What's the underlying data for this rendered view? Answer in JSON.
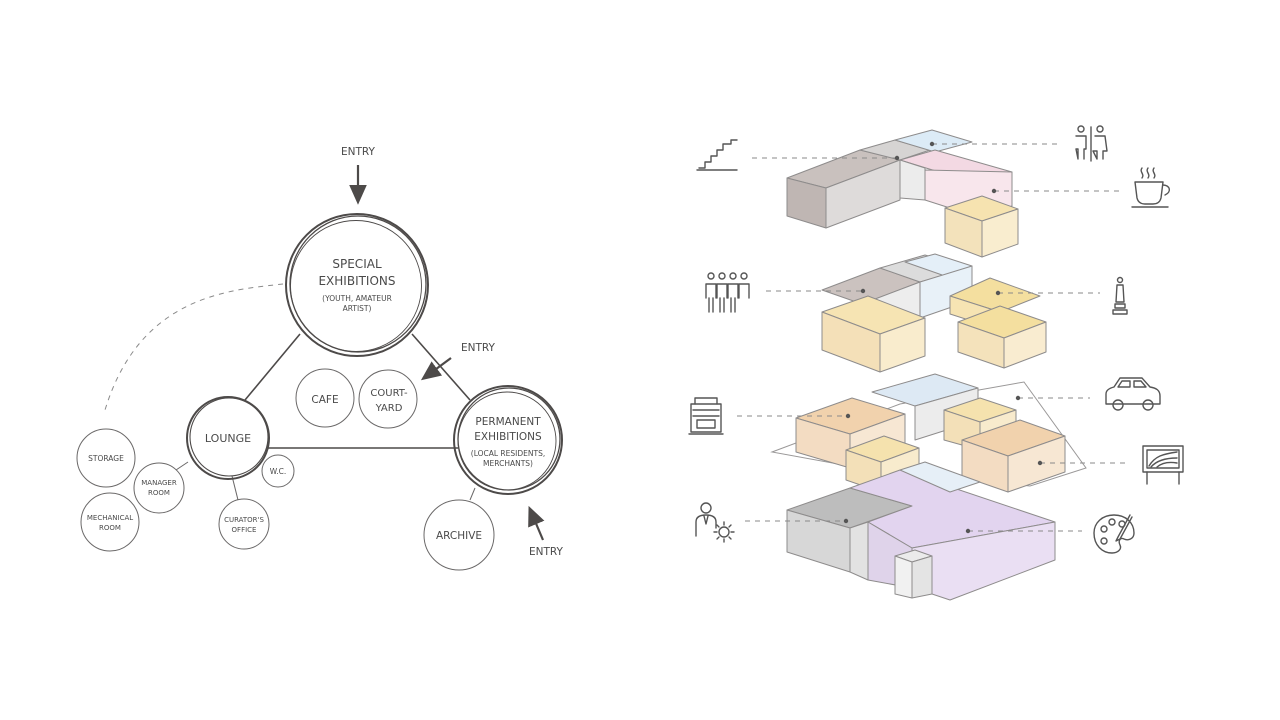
{
  "bubble_diagram": {
    "entries": [
      "ENTRY",
      "ENTRY",
      "ENTRY"
    ],
    "special_exhibitions": {
      "title_line1": "SPECIAL",
      "title_line2": "EXHIBITIONS",
      "sub_line1": "(YOUTH, AMATEUR",
      "sub_line2": "ARTIST)"
    },
    "permanent_exhibitions": {
      "title_line1": "PERMANENT",
      "title_line2": "EXHIBITIONS",
      "sub_line1": "(LOCAL RESIDENTS,",
      "sub_line2": "MERCHANTS)"
    },
    "lounge": "LOUNGE",
    "cafe": "CAFE",
    "courtyard_line1": "COURT-",
    "courtyard_line2": "YARD",
    "archive": "ARCHIVE",
    "wc": "W.C.",
    "storage": "STORAGE",
    "manager_line1": "MANAGER",
    "manager_line2": "ROOM",
    "mechanical_line1": "MECHANICAL",
    "mechanical_line2": "ROOM",
    "curator_line1": "CURATOR'S",
    "curator_line2": "OFFICE"
  },
  "exploded_axonometric": {
    "icons": [
      "stairs-icon",
      "restroom-icon",
      "coffee-cup-icon",
      "people-group-icon",
      "statue-icon",
      "car-icon",
      "card-catalog-icon",
      "framed-artwork-icon",
      "staff-gear-icon",
      "paint-palette-icon"
    ],
    "colors": {
      "gray": "#cfcccb",
      "dark_gray": "#bcb3b0",
      "blue": "#dceaf5",
      "pink": "#f4dce4",
      "yellow": "#f6e7bd",
      "orange": "#f3d6b5",
      "purple": "#e3d6ee"
    }
  }
}
